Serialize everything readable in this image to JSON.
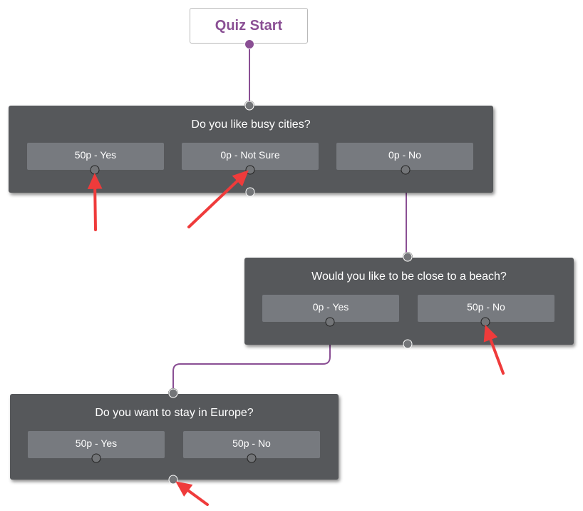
{
  "start": {
    "label": "Quiz Start"
  },
  "questions": [
    {
      "title": "Do you like busy cities?",
      "options": [
        {
          "label": "50p - Yes"
        },
        {
          "label": "0p - Not Sure"
        },
        {
          "label": "0p - No"
        }
      ]
    },
    {
      "title": "Would you like to be close to a beach?",
      "options": [
        {
          "label": "0p - Yes"
        },
        {
          "label": "50p - No"
        }
      ]
    },
    {
      "title": "Do you want to stay in Europe?",
      "options": [
        {
          "label": "50p - Yes"
        },
        {
          "label": "50p - No"
        }
      ]
    }
  ],
  "colors": {
    "accent": "#8a4f94",
    "node_background": "#56585b",
    "option_background": "#777a7f",
    "annotation_arrow": "#ef3b3b"
  }
}
